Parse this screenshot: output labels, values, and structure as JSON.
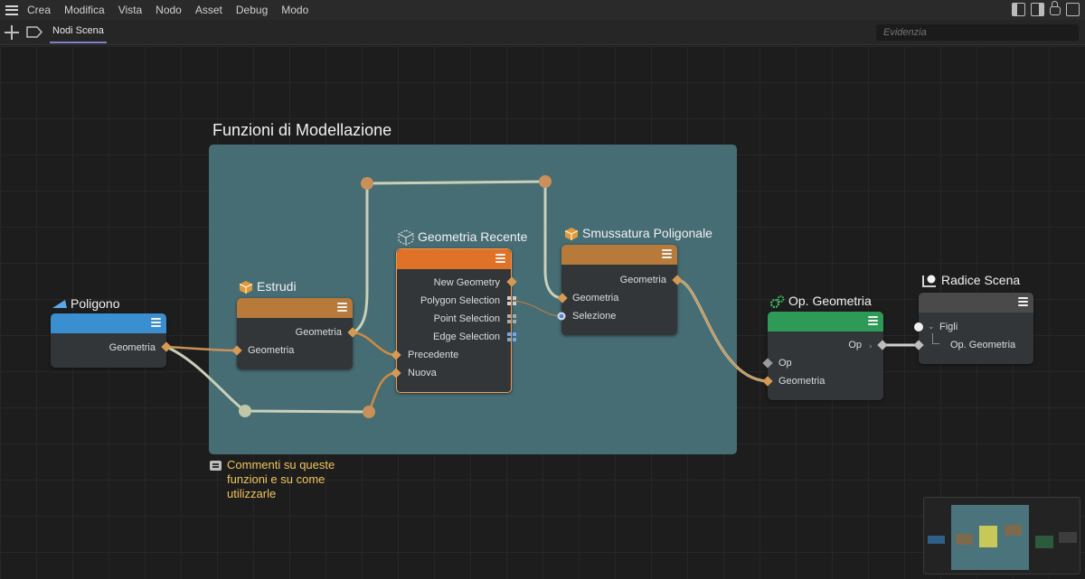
{
  "menubar": {
    "items": [
      "Crea",
      "Modifica",
      "Vista",
      "Nodo",
      "Asset",
      "Debug",
      "Modo"
    ]
  },
  "tabbar": {
    "tab_label": "Nodi Scena",
    "search_placeholder": "Evidenzia"
  },
  "group": {
    "title": "Funzioni di Modellazione",
    "color": "#4a737c"
  },
  "comment": {
    "text": "Commenti su queste funzioni e su come utilizzarle"
  },
  "nodes": {
    "poligono": {
      "title": "Poligono",
      "header_color": "#3a8fd0",
      "ports": {
        "out_geometria": "Geometria"
      }
    },
    "estrudi": {
      "title": "Estrudi",
      "header_color": "#b87a3a",
      "ports": {
        "out_geometria": "Geometria",
        "in_geometria": "Geometria"
      }
    },
    "geometria_recente": {
      "title": "Geometria Recente",
      "header_color": "#e07228",
      "ports": {
        "new_geometry": "New Geometry",
        "polygon_selection": "Polygon Selection",
        "point_selection": "Point Selection",
        "edge_selection": "Edge Selection",
        "precedente": "Precedente",
        "nuova": "Nuova"
      }
    },
    "smussatura": {
      "title": "Smussatura Poligonale",
      "header_color": "#b87a3a",
      "ports": {
        "out_geometria": "Geometria",
        "in_geometria": "Geometria",
        "selezione": "Selezione"
      }
    },
    "op_geometria": {
      "title": "Op. Geometria",
      "header_color": "#2e9a58",
      "ports": {
        "op_out": "Op",
        "op_in": "Op",
        "geometria": "Geometria"
      }
    },
    "radice_scena": {
      "title": "Radice Scena",
      "header_color": "#4a4a4a",
      "ports": {
        "figli": "Figli",
        "child": "Op. Geometria"
      }
    }
  }
}
